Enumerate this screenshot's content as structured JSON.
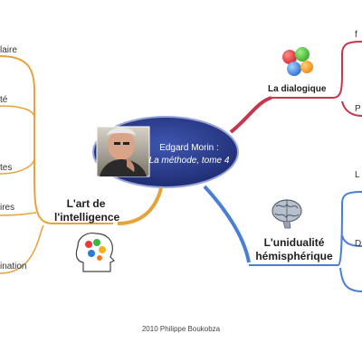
{
  "center": {
    "line1": "Edgard Morin :",
    "line2": "La méthode, tome 4"
  },
  "branches": {
    "art": {
      "line1": "L'art de",
      "line2": "l'intelligence"
    },
    "dialogique": {
      "label": "La dialogique"
    },
    "unidualite": {
      "line1": "L'unidualité",
      "line2": "hémisphérique"
    }
  },
  "left_leaves": [
    "laire",
    "té",
    "tes",
    "ires",
    "ination"
  ],
  "right_leaves": [
    "f",
    "P",
    "L",
    "D"
  ],
  "credit": "2010 Philippe Boukobza",
  "colors": {
    "orange": "#e8a23a",
    "red": "#c8364e",
    "blue": "#4a7fd6",
    "ellipse": "#2f3f8f"
  },
  "icons": [
    "portrait-photo",
    "bubbles-icon",
    "brain-icon",
    "head-gears-icon"
  ]
}
